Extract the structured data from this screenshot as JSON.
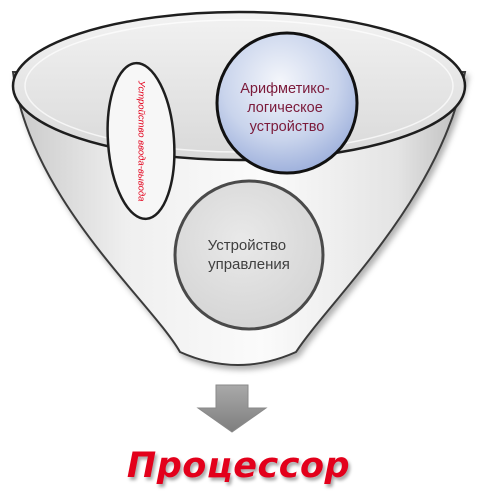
{
  "diagram": {
    "title": "Процессор",
    "components": {
      "io_device": {
        "label": "Устройство ввода-вывода",
        "color": "#e3001b"
      },
      "alu": {
        "label_lines": [
          "Арифметико-",
          "логическое",
          "устройство"
        ],
        "color": "#7b1a3a"
      },
      "control_unit": {
        "label_lines": [
          "Устройство",
          "управления"
        ],
        "color": "#404040"
      }
    },
    "arrow": {
      "color": "#8f8f8f"
    },
    "funnel": {
      "fill": "#e8e8e8",
      "outline": "#3a3a3a"
    }
  }
}
